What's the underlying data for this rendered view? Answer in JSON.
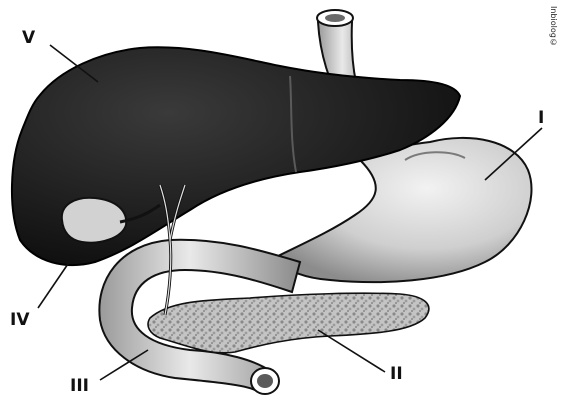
{
  "labels": {
    "v": "V",
    "i": "I",
    "iv": "IV",
    "ii": "II",
    "iii": "III"
  },
  "watermark": "Inbiolog©",
  "colors": {
    "liver": "#1c1c1c",
    "organ_fill": "#d8d8d8",
    "pancreas": "#bdbdbd",
    "outline": "#111111"
  }
}
